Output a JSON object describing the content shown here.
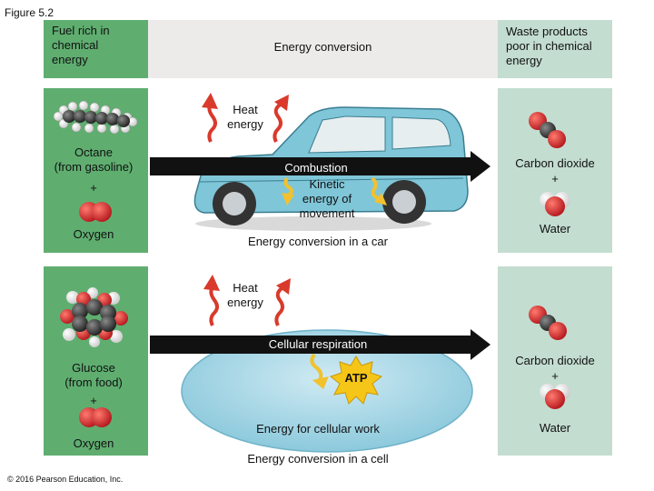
{
  "figure_label": "Figure 5.2",
  "header": {
    "left": "Fuel rich in\nchemical\nenergy",
    "center": "Energy conversion",
    "right": "Waste products\npoor in chemical\nenergy"
  },
  "car_panel": {
    "heat_label": "Heat\nenergy",
    "fuel_label": "Octane\n(from gasoline)",
    "plus_left": "+",
    "oxygen_label": "Oxygen",
    "process_label": "Combustion",
    "kinetic_label": "Kinetic\nenergy of\nmovement",
    "caption": "Energy conversion in a car",
    "co2_label": "Carbon dioxide",
    "plus_right": "+",
    "water_label": "Water"
  },
  "cell_panel": {
    "heat_label": "Heat\nenergy",
    "fuel_label": "Glucose\n(from food)",
    "plus_left": "+",
    "oxygen_label": "Oxygen",
    "process_label": "Cellular respiration",
    "atp_label": "ATP",
    "work_label": "Energy for cellular work",
    "caption": "Energy conversion in a cell",
    "co2_label": "Carbon dioxide",
    "plus_right": "+",
    "water_label": "Water"
  },
  "copyright": "© 2016 Pearson Education, Inc.",
  "colors": {
    "fuel_column": "#5fae70",
    "waste_column": "#c3ddd0",
    "heat_arrow": "#d93a2b",
    "kinetic_arrow": "#f2c12e",
    "oxygen_atom": "#d8232a",
    "carbon_atom": "#3c3c3c",
    "car_body": "#7fc6d8",
    "cell": "#a8d8e8"
  }
}
